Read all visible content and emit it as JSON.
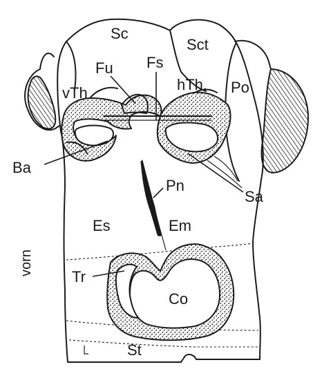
{
  "labels": {
    "sc": "Sc",
    "sct": "Sct",
    "fu": "Fu",
    "fs": "Fs",
    "vth": "vTh",
    "hth": "hTh.",
    "po": "Po",
    "ba": "Ba",
    "pn": "Pn",
    "sa": "Sa",
    "es": "Es",
    "em": "Em",
    "vorn": "vorn",
    "tr": "Tr",
    "co": "Co",
    "st": "St"
  }
}
